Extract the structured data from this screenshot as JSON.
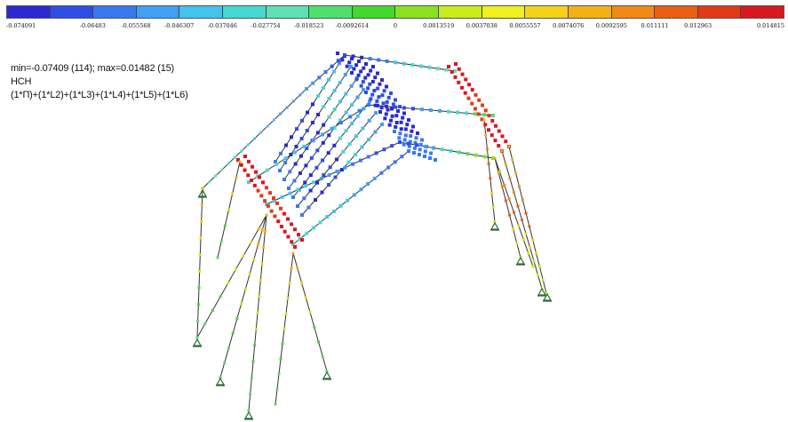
{
  "legend": {
    "colors": [
      "#2a2ad0",
      "#2f4ee6",
      "#3a78f0",
      "#3fa0f4",
      "#42c4ec",
      "#45d8d0",
      "#5ee0b4",
      "#4ee06e",
      "#42d82e",
      "#8ae21e",
      "#c8ec1a",
      "#eef020",
      "#f4d218",
      "#f4b014",
      "#f08a14",
      "#ec5e14",
      "#e23a16",
      "#d8181e"
    ],
    "labels": [
      "-0.074091",
      "-0.06483",
      "-0.055568",
      "-0.046307",
      "-0.037046",
      "-0.027754",
      "-0.018523",
      "-0.0092614",
      "0",
      "0.0013519",
      "0.0037038",
      "0.0055557",
      "0.0074076",
      "0.0092595",
      "0.011111",
      "0.012963",
      "0.014815"
    ]
  },
  "info": {
    "minmax": "min=-0.07409 (114); max=0.01482 (15)",
    "type": "HCH",
    "combo": "(1*П)+(1*L2)+(1*L3)+(1*L4)+(1*L5)+(1*L6)"
  }
}
